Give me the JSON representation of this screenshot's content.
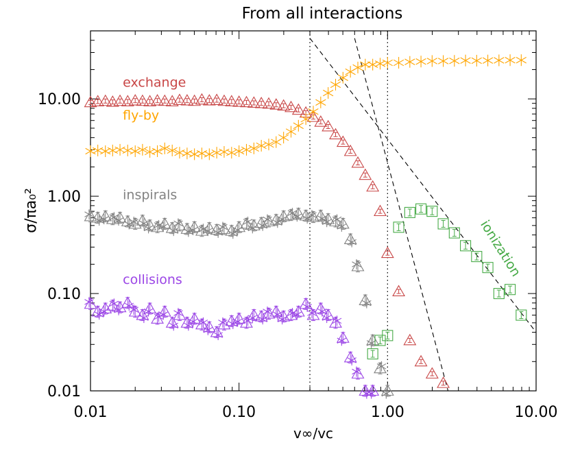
{
  "chart_data": {
    "type": "scatter",
    "title": "From all interactions",
    "xlabel": "v∞/vc",
    "ylabel": "σ/πa₀²",
    "xscale": "log",
    "yscale": "log",
    "xlim": [
      0.01,
      10.0
    ],
    "ylim": [
      0.01,
      50.0
    ],
    "xticks": [
      0.01,
      0.1,
      1.0,
      10.0
    ],
    "xtick_labels": [
      "0.01",
      "0.10",
      "1.00",
      "10.00"
    ],
    "yticks": [
      0.01,
      0.1,
      1.0,
      10.0
    ],
    "ytick_labels": [
      "0.01",
      "0.10",
      "1.00",
      "10.00"
    ],
    "grid": false,
    "reference_lines": [
      {
        "style": "dotted",
        "x": 0.3
      },
      {
        "style": "dotted",
        "x": 1.0
      },
      {
        "style": "dashed",
        "from": [
          0.3,
          42.0
        ],
        "to": [
          10.0,
          0.04
        ]
      },
      {
        "style": "dashed",
        "from": [
          0.6,
          42.0
        ],
        "to": [
          2.6,
          0.009
        ]
      }
    ],
    "series": [
      {
        "name": "exchange",
        "label_at": [
          0.012,
          13.3
        ],
        "color": "#c84646",
        "marker": "triangle",
        "x": [
          0.01,
          0.0112,
          0.0126,
          0.0141,
          0.0158,
          0.0178,
          0.02,
          0.0224,
          0.0251,
          0.0282,
          0.0316,
          0.0355,
          0.0398,
          0.0447,
          0.0501,
          0.0562,
          0.0631,
          0.0708,
          0.0794,
          0.0891,
          0.1,
          0.1122,
          0.1259,
          0.1413,
          0.1585,
          0.1778,
          0.1995,
          0.2239,
          0.2512,
          0.2818,
          0.3162,
          0.3548,
          0.3981,
          0.4467,
          0.5012,
          0.5623,
          0.631,
          0.7079,
          0.7943,
          0.8913,
          1.0,
          1.1885,
          1.4125,
          1.6788,
          1.9953,
          2.3714
        ],
        "y": [
          9.2,
          9.4,
          9.5,
          9.3,
          9.5,
          9.4,
          9.6,
          9.5,
          9.4,
          9.6,
          9.5,
          9.4,
          9.7,
          9.6,
          9.5,
          9.8,
          9.6,
          9.7,
          9.5,
          9.4,
          9.3,
          9.2,
          9.1,
          9.0,
          8.9,
          8.7,
          8.5,
          8.2,
          7.7,
          7.2,
          6.5,
          5.8,
          5.2,
          4.3,
          3.6,
          2.9,
          2.2,
          1.65,
          1.25,
          0.7,
          0.26,
          0.105,
          0.033,
          0.02,
          0.015,
          0.012
        ]
      },
      {
        "name": "fly-by",
        "label_at": [
          0.012,
          6.1
        ],
        "color": "#ffa500",
        "marker": "asterisk",
        "x": [
          0.01,
          0.0112,
          0.0126,
          0.0141,
          0.0158,
          0.0178,
          0.02,
          0.0224,
          0.0251,
          0.0282,
          0.0316,
          0.0355,
          0.0398,
          0.0447,
          0.0501,
          0.0562,
          0.0631,
          0.0708,
          0.0794,
          0.0891,
          0.1,
          0.1122,
          0.1259,
          0.1413,
          0.1585,
          0.1778,
          0.1995,
          0.2239,
          0.2512,
          0.2818,
          0.3162,
          0.3548,
          0.3981,
          0.4467,
          0.5012,
          0.5623,
          0.631,
          0.7079,
          0.7943,
          0.8913,
          1.0,
          1.1885,
          1.4125,
          1.6788,
          1.9953,
          2.3714,
          2.8184,
          3.3497,
          3.9811,
          4.7315,
          5.6234,
          6.6834,
          7.9433
        ],
        "y": [
          2.9,
          2.95,
          2.9,
          2.95,
          3.0,
          2.95,
          2.9,
          3.0,
          2.85,
          2.9,
          3.1,
          2.95,
          2.8,
          2.75,
          2.7,
          2.75,
          2.7,
          2.8,
          2.85,
          2.8,
          2.9,
          3.0,
          3.1,
          3.3,
          3.4,
          3.6,
          4.0,
          4.6,
          5.3,
          6.2,
          7.4,
          9.2,
          11.5,
          14.0,
          16.5,
          19.0,
          21.0,
          22.5,
          22.5,
          23.0,
          23.5,
          23.5,
          24.0,
          24.2,
          24.5,
          24.5,
          24.6,
          24.8,
          24.7,
          24.8,
          24.9,
          25.0,
          25.0
        ]
      },
      {
        "name": "inspirals",
        "label_at": [
          0.012,
          0.93
        ],
        "color": "#828282",
        "marker": "triangle+asterisk",
        "x": [
          0.01,
          0.0112,
          0.0126,
          0.0141,
          0.0158,
          0.0178,
          0.02,
          0.0224,
          0.0251,
          0.0282,
          0.0316,
          0.0355,
          0.0398,
          0.0447,
          0.0501,
          0.0562,
          0.0631,
          0.0708,
          0.0794,
          0.0891,
          0.1,
          0.1122,
          0.1259,
          0.1413,
          0.1585,
          0.1778,
          0.1995,
          0.2239,
          0.2512,
          0.2818,
          0.3162,
          0.3548,
          0.3981,
          0.4467,
          0.5012,
          0.5623,
          0.631,
          0.7079,
          0.7943,
          0.8913,
          1.0
        ],
        "y": [
          0.62,
          0.6,
          0.62,
          0.58,
          0.6,
          0.55,
          0.52,
          0.56,
          0.5,
          0.48,
          0.52,
          0.47,
          0.5,
          0.46,
          0.48,
          0.44,
          0.47,
          0.45,
          0.46,
          0.44,
          0.48,
          0.52,
          0.5,
          0.53,
          0.55,
          0.57,
          0.62,
          0.64,
          0.66,
          0.63,
          0.61,
          0.63,
          0.58,
          0.55,
          0.52,
          0.36,
          0.19,
          0.085,
          0.033,
          0.017,
          0.01
        ]
      },
      {
        "name": "collisions",
        "label_at": [
          0.012,
          0.126
        ],
        "color": "#9b46e6",
        "marker": "triangle+asterisk",
        "x": [
          0.01,
          0.0112,
          0.0126,
          0.0141,
          0.0158,
          0.0178,
          0.02,
          0.0224,
          0.0251,
          0.0282,
          0.0316,
          0.0355,
          0.0398,
          0.0447,
          0.0501,
          0.0562,
          0.0631,
          0.0708,
          0.0794,
          0.0891,
          0.1,
          0.1122,
          0.1259,
          0.1413,
          0.1585,
          0.1778,
          0.1995,
          0.2239,
          0.2512,
          0.2818,
          0.3162,
          0.3548,
          0.3981,
          0.4467,
          0.5012,
          0.5623,
          0.631,
          0.7079,
          0.7943
        ],
        "y": [
          0.078,
          0.065,
          0.07,
          0.075,
          0.072,
          0.08,
          0.065,
          0.06,
          0.07,
          0.055,
          0.065,
          0.05,
          0.06,
          0.05,
          0.055,
          0.048,
          0.045,
          0.04,
          0.048,
          0.052,
          0.055,
          0.05,
          0.06,
          0.058,
          0.062,
          0.065,
          0.058,
          0.06,
          0.065,
          0.078,
          0.06,
          0.07,
          0.06,
          0.05,
          0.035,
          0.022,
          0.015,
          0.01,
          0.01
        ]
      },
      {
        "name": "ionization",
        "label_at": [
          4.2,
          0.52
        ],
        "label_rotation": 58,
        "color": "#46aa46",
        "marker": "square",
        "x": [
          0.7943,
          0.8913,
          1.0,
          1.1885,
          1.4125,
          1.6788,
          1.9953,
          2.3714,
          2.8184,
          3.3497,
          3.9811,
          4.7315,
          5.6234,
          6.6834,
          7.9433
        ],
        "y": [
          0.024,
          0.033,
          0.037,
          0.48,
          0.68,
          0.74,
          0.7,
          0.52,
          0.42,
          0.31,
          0.24,
          0.185,
          0.1,
          0.11,
          0.06
        ]
      }
    ]
  }
}
